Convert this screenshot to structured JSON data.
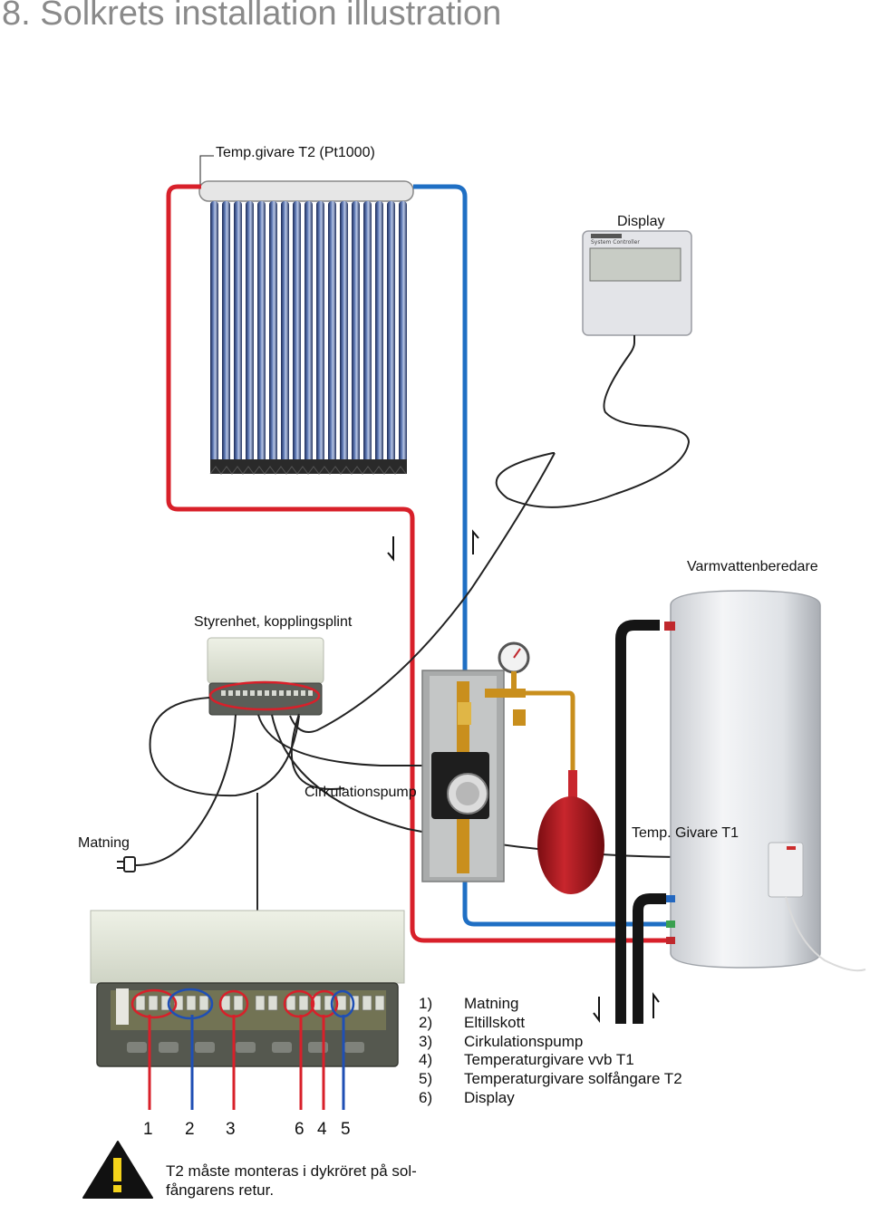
{
  "title": "8. Solkrets installation illustration",
  "labels": {
    "t2_sensor": "Temp.givare T2 (Pt1000)",
    "display": "Display",
    "water_heater": "Varmvattenberedare",
    "controller": "Styrenhet, kopplingsplint",
    "pump": "Cirkulationspump",
    "t1_sensor": "Temp. Givare T1",
    "supply": "Matning",
    "lcd_text": "System Controller"
  },
  "terminal_numbers": [
    "1",
    "2",
    "3",
    "6",
    "4",
    "5"
  ],
  "legend": [
    {
      "num": "1)",
      "text": "Matning"
    },
    {
      "num": "2)",
      "text": "Eltillskott"
    },
    {
      "num": "3)",
      "text": "Cirkulationspump"
    },
    {
      "num": "4)",
      "text": "Temperaturgivare vvb T1"
    },
    {
      "num": "5)",
      "text": "Temperaturgivare solfångare T2"
    },
    {
      "num": "6)",
      "text": "Display"
    }
  ],
  "warning": {
    "line1": "T2 måste monteras i dykröret på sol-",
    "line2": "fångarens retur.",
    "symbol": "!"
  },
  "colors": {
    "hot_pipe": "#d8202a",
    "cold_pipe": "#1f6fc4",
    "title_gray": "#8a8a8a"
  }
}
